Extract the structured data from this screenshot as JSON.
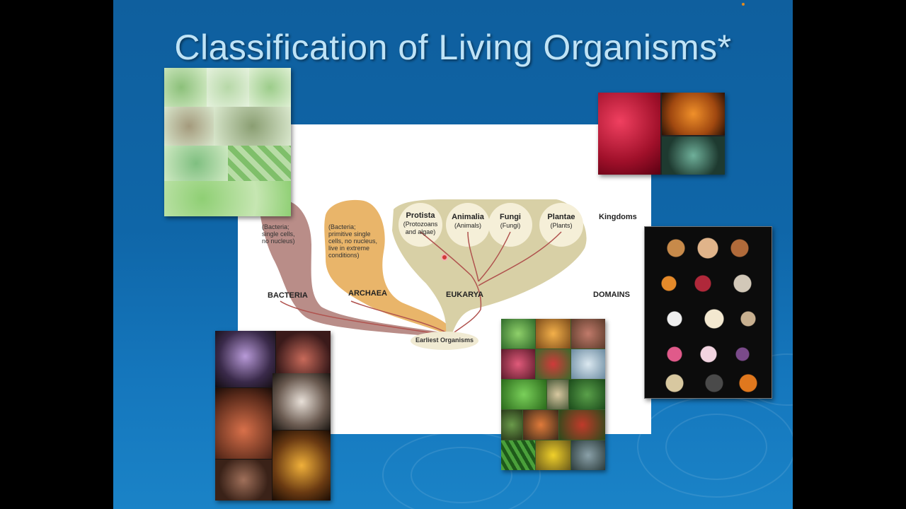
{
  "slide": {
    "title": "Classification of Living Organisms*"
  },
  "diagram": {
    "kingdoms": [
      {
        "name": "Protista",
        "sub1": "(Protozoans",
        "sub2": "and algae)"
      },
      {
        "name": "Animalia",
        "sub1": "(Animals)",
        "sub2": ""
      },
      {
        "name": "Fungi",
        "sub1": "(Fungi)",
        "sub2": ""
      },
      {
        "name": "Plantae",
        "sub1": "(Plants)",
        "sub2": ""
      }
    ],
    "kingdoms_label": "Kingdoms",
    "domains_label": "DOMAINS",
    "bacteria": {
      "label": "BACTERIA",
      "desc": [
        "(Bacteria;",
        "single cells,",
        "no nucleus)"
      ]
    },
    "archaea": {
      "label": "ARCHAEA",
      "desc": [
        "(Bacteria;",
        "primitive single",
        "cells, no nucleus,",
        "live in extreme",
        "conditions)"
      ]
    },
    "eukarya": {
      "label": "EUKARYA"
    },
    "root_label": "Earliest Organisms",
    "colors": {
      "bacteria": "#b98d88",
      "archaea": "#e9b56a",
      "eukarya": "#d8d0a6",
      "branch": "#b0524e"
    }
  }
}
